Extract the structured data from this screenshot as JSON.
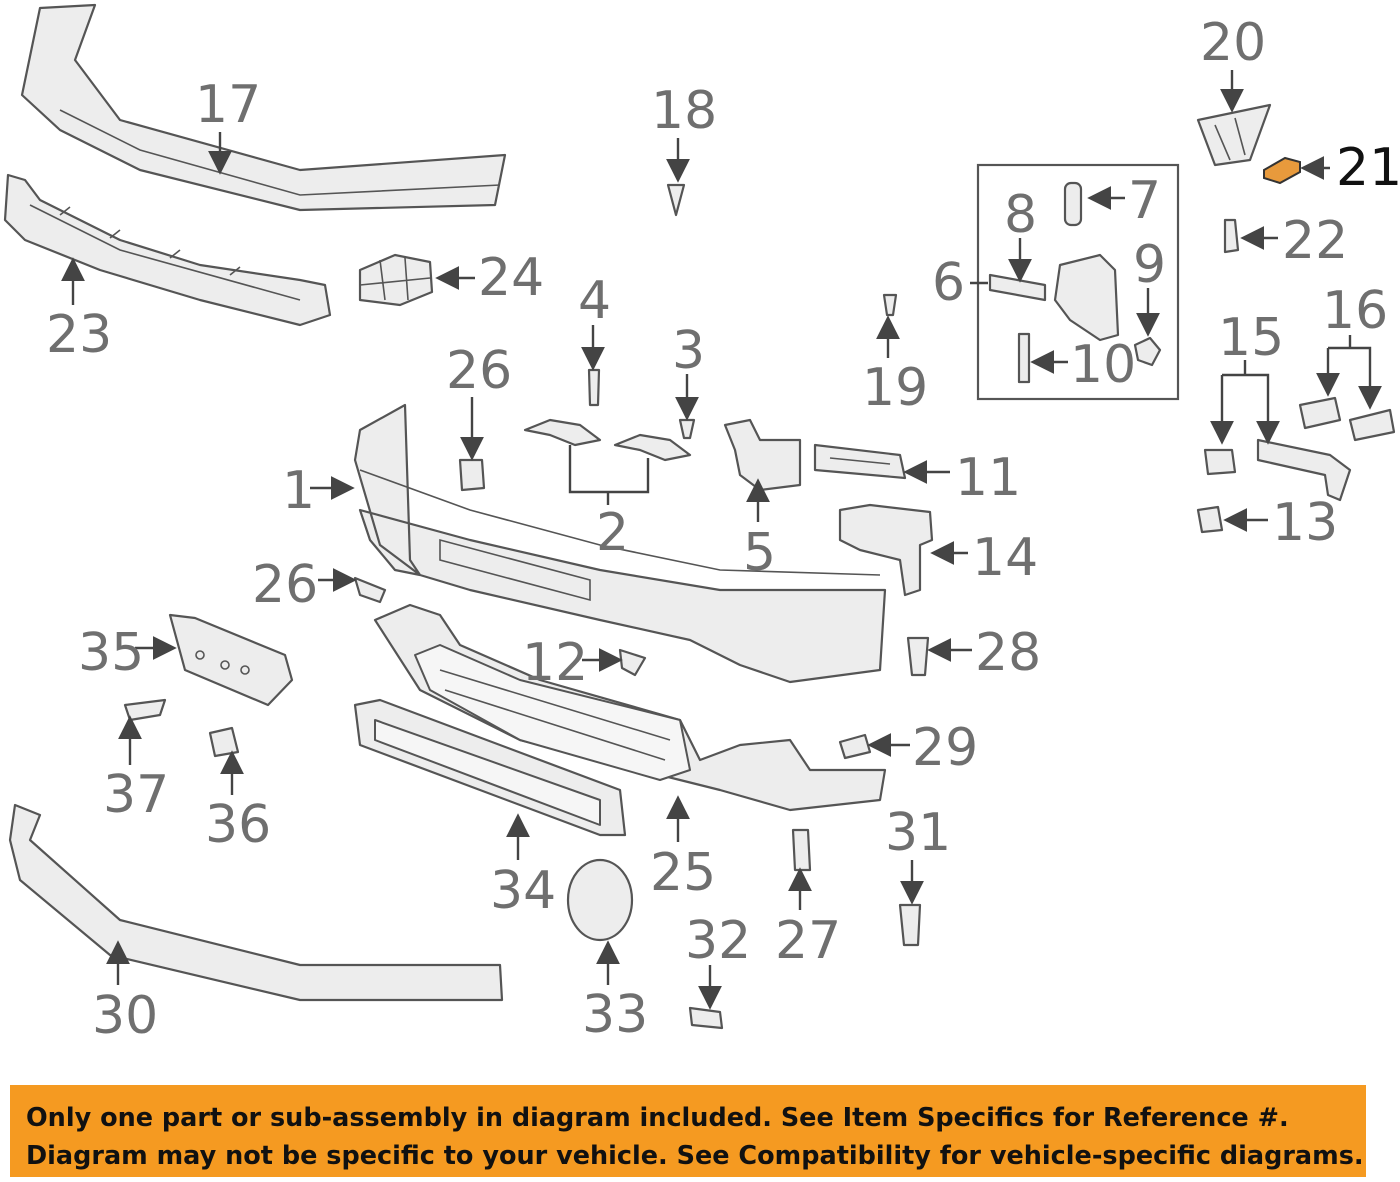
{
  "diagram": {
    "callouts": [
      "1",
      "2",
      "3",
      "4",
      "5",
      "6",
      "7",
      "8",
      "9",
      "10",
      "11",
      "12",
      "13",
      "14",
      "15",
      "16",
      "17",
      "18",
      "19",
      "20",
      "21",
      "22",
      "23",
      "24",
      "25",
      "26",
      "26",
      "27",
      "28",
      "29",
      "30",
      "31",
      "32",
      "33",
      "34",
      "35",
      "36",
      "37"
    ],
    "highlighted_part": "21",
    "highlight_color": "#e89a3c",
    "line_color": "#555555",
    "label_color": "#6f6f6f"
  },
  "notice": {
    "line1": "Only one part or sub-assembly in diagram included. See Item Specifics for Reference #.",
    "line2": "Diagram may not be specific to your vehicle. See Compatibility for vehicle-specific diagrams.",
    "background": "#f59a21"
  }
}
